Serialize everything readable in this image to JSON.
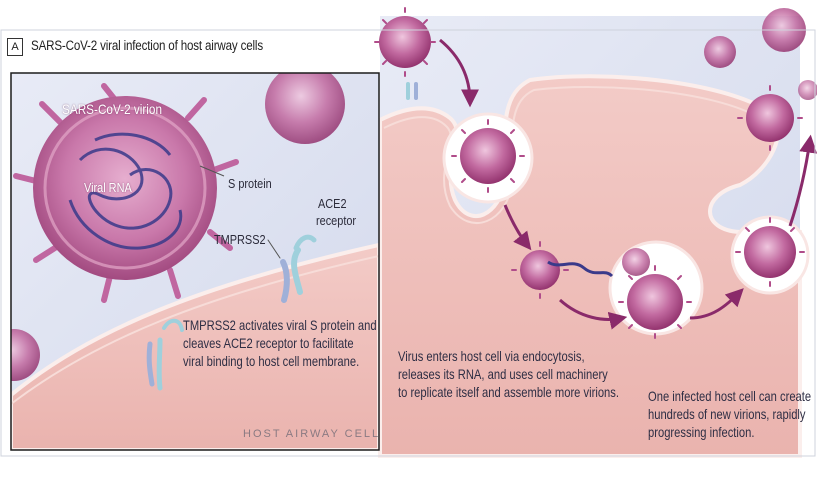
{
  "panel": {
    "letter": "A",
    "title": "SARS-CoV-2 viral infection of host airway cells"
  },
  "inset": {
    "virion_label": "SARS-CoV-2 virion",
    "rna_label": "Viral RNA",
    "spike_label": "S protein",
    "ace2_label": [
      "ACE2",
      "receptor"
    ],
    "tmprss2_label": "TMPRSS2",
    "caption": [
      "TMPRSS2 activates viral S protein and",
      "cleaves ACE2 receptor to facilitate",
      "viral binding to host cell membrane."
    ],
    "host_label": "HOST AIRWAY CELL"
  },
  "steps": {
    "entry_caption": [
      "Virus enters host cell via endocytosis,",
      "releases its RNA, and uses cell machinery",
      "to replicate itself and assemble more virions."
    ],
    "spread_caption": [
      "One infected host cell can create",
      "hundreds of new virions, rapidly",
      "progressing infection."
    ]
  },
  "colors": {
    "virus": "#b04c8a",
    "virus_light": "#d48ab6",
    "rna": "#3a3a8a",
    "cell": "#f2c4c0",
    "cell_edge": "#f8e4e0",
    "sky": "#dfe4f2",
    "arrow": "#8a2a6a",
    "tmprss2": "#9fb0d8",
    "ace2": "#9fd0dc"
  }
}
